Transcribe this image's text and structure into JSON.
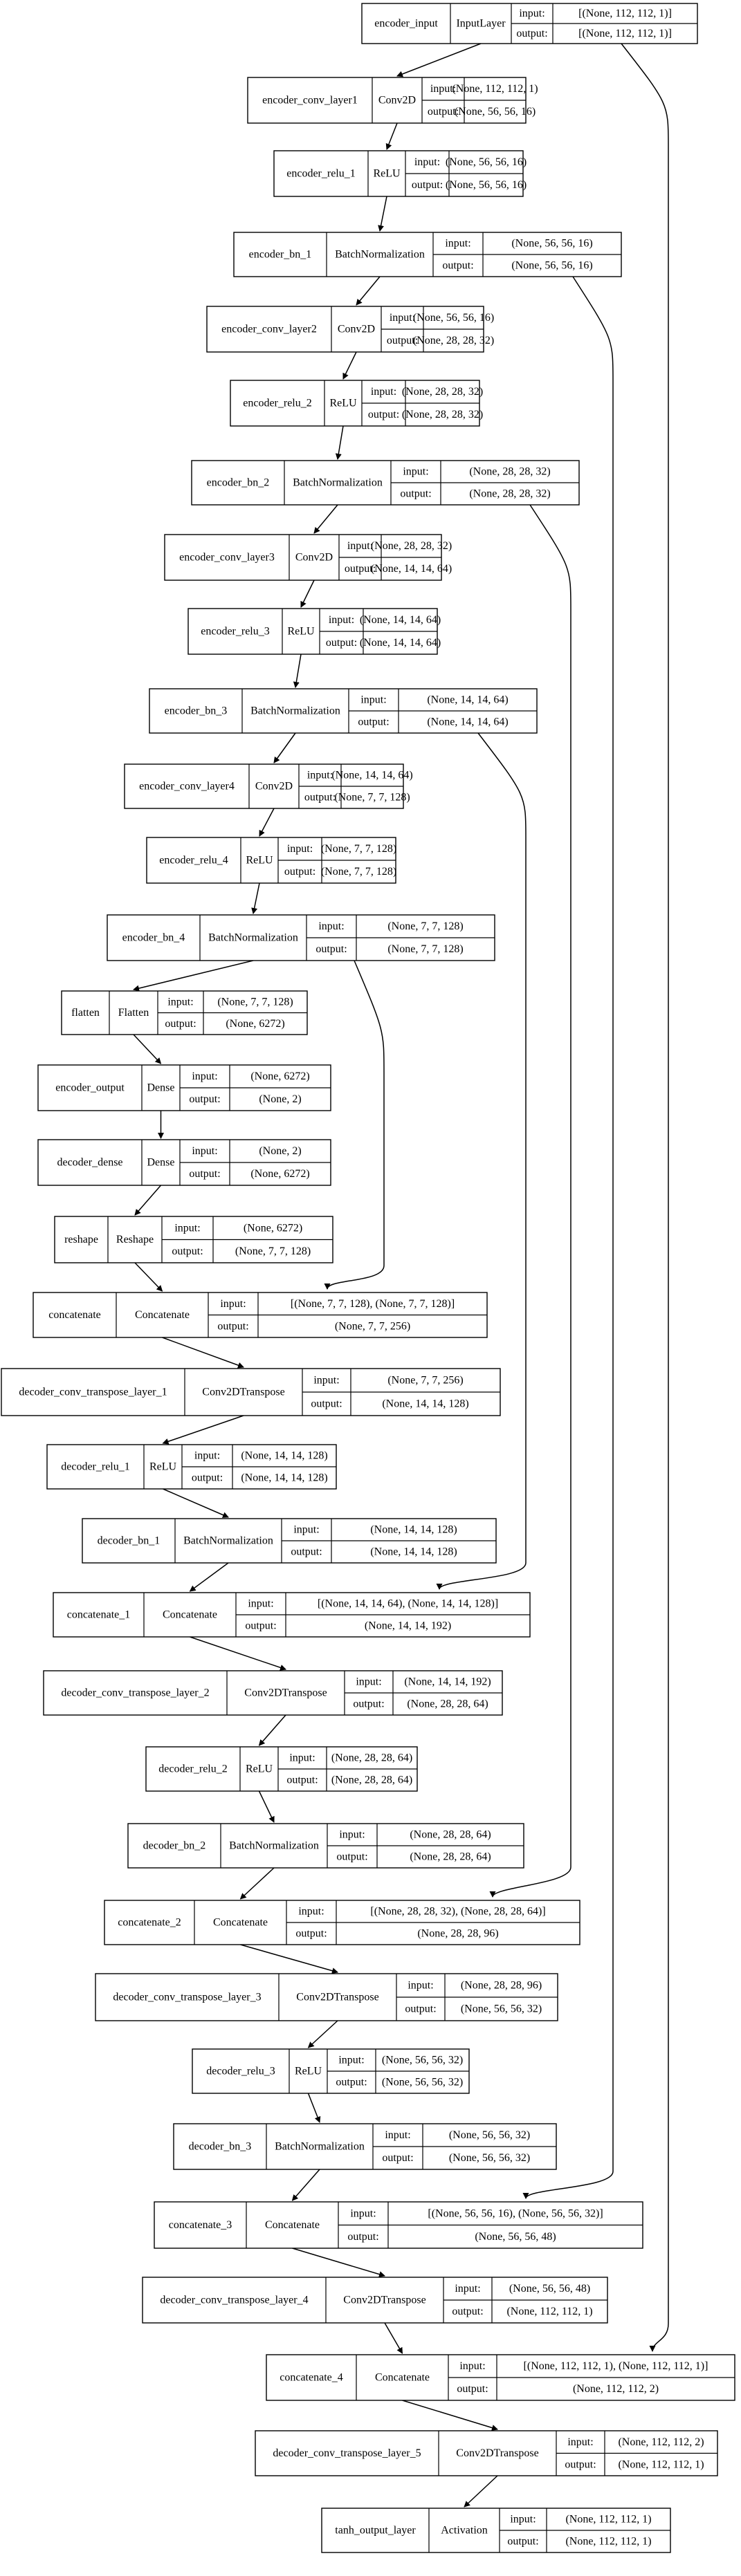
{
  "layers": [
    {
      "id": "input",
      "name": "encoder_input",
      "type": "InputLayer",
      "input_label": "input:",
      "output_label": "output:",
      "input": "[(None, 112, 112, 1)]",
      "output": "[(None, 112, 112, 1)]"
    },
    {
      "id": "conv1",
      "name": "encoder_conv_layer1",
      "type": "Conv2D",
      "input_label": "input:",
      "output_label": "output:",
      "input": "(None, 112, 112, 1)",
      "output": "(None, 56, 56, 16)"
    },
    {
      "id": "relu1",
      "name": "encoder_relu_1",
      "type": "ReLU",
      "input_label": "input:",
      "output_label": "output:",
      "input": "(None, 56, 56, 16)",
      "output": "(None, 56, 56, 16)"
    },
    {
      "id": "bn1",
      "name": "encoder_bn_1",
      "type": "BatchNormalization",
      "input_label": "input:",
      "output_label": "output:",
      "input": "(None, 56, 56, 16)",
      "output": "(None, 56, 56, 16)"
    },
    {
      "id": "conv2",
      "name": "encoder_conv_layer2",
      "type": "Conv2D",
      "input_label": "input:",
      "output_label": "output:",
      "input": "(None, 56, 56, 16)",
      "output": "(None, 28, 28, 32)"
    },
    {
      "id": "relu2",
      "name": "encoder_relu_2",
      "type": "ReLU",
      "input_label": "input:",
      "output_label": "output:",
      "input": "(None, 28, 28, 32)",
      "output": "(None, 28, 28, 32)"
    },
    {
      "id": "bn2",
      "name": "encoder_bn_2",
      "type": "BatchNormalization",
      "input_label": "input:",
      "output_label": "output:",
      "input": "(None, 28, 28, 32)",
      "output": "(None, 28, 28, 32)"
    },
    {
      "id": "conv3",
      "name": "encoder_conv_layer3",
      "type": "Conv2D",
      "input_label": "input:",
      "output_label": "output:",
      "input": "(None, 28, 28, 32)",
      "output": "(None, 14, 14, 64)"
    },
    {
      "id": "relu3",
      "name": "encoder_relu_3",
      "type": "ReLU",
      "input_label": "input:",
      "output_label": "output:",
      "input": "(None, 14, 14, 64)",
      "output": "(None, 14, 14, 64)"
    },
    {
      "id": "bn3",
      "name": "encoder_bn_3",
      "type": "BatchNormalization",
      "input_label": "input:",
      "output_label": "output:",
      "input": "(None, 14, 14, 64)",
      "output": "(None, 14, 14, 64)"
    },
    {
      "id": "conv4",
      "name": "encoder_conv_layer4",
      "type": "Conv2D",
      "input_label": "input:",
      "output_label": "output:",
      "input": "(None, 14, 14, 64)",
      "output": "(None, 7, 7, 128)"
    },
    {
      "id": "relu4",
      "name": "encoder_relu_4",
      "type": "ReLU",
      "input_label": "input:",
      "output_label": "output:",
      "input": "(None, 7, 7, 128)",
      "output": "(None, 7, 7, 128)"
    },
    {
      "id": "bn4",
      "name": "encoder_bn_4",
      "type": "BatchNormalization",
      "input_label": "input:",
      "output_label": "output:",
      "input": "(None, 7, 7, 128)",
      "output": "(None, 7, 7, 128)"
    },
    {
      "id": "flatten",
      "name": "flatten",
      "type": "Flatten",
      "input_label": "input:",
      "output_label": "output:",
      "input": "(None, 7, 7, 128)",
      "output": "(None, 6272)"
    },
    {
      "id": "enc_out",
      "name": "encoder_output",
      "type": "Dense",
      "input_label": "input:",
      "output_label": "output:",
      "input": "(None, 6272)",
      "output": "(None, 2)"
    },
    {
      "id": "dec_dense",
      "name": "decoder_dense",
      "type": "Dense",
      "input_label": "input:",
      "output_label": "output:",
      "input": "(None, 2)",
      "output": "(None, 6272)"
    },
    {
      "id": "reshape",
      "name": "reshape",
      "type": "Reshape",
      "input_label": "input:",
      "output_label": "output:",
      "input": "(None, 6272)",
      "output": "(None, 7, 7, 128)"
    },
    {
      "id": "concat0",
      "name": "concatenate",
      "type": "Concatenate",
      "input_label": "input:",
      "output_label": "output:",
      "input": "[(None, 7, 7, 128), (None, 7, 7, 128)]",
      "output": "(None, 7, 7, 256)"
    },
    {
      "id": "dct1",
      "name": "decoder_conv_transpose_layer_1",
      "type": "Conv2DTranspose",
      "input_label": "input:",
      "output_label": "output:",
      "input": "(None, 7, 7, 256)",
      "output": "(None, 14, 14, 128)"
    },
    {
      "id": "drelu1",
      "name": "decoder_relu_1",
      "type": "ReLU",
      "input_label": "input:",
      "output_label": "output:",
      "input": "(None, 14, 14, 128)",
      "output": "(None, 14, 14, 128)"
    },
    {
      "id": "dbn1",
      "name": "decoder_bn_1",
      "type": "BatchNormalization",
      "input_label": "input:",
      "output_label": "output:",
      "input": "(None, 14, 14, 128)",
      "output": "(None, 14, 14, 128)"
    },
    {
      "id": "concat1",
      "name": "concatenate_1",
      "type": "Concatenate",
      "input_label": "input:",
      "output_label": "output:",
      "input": "[(None, 14, 14, 64), (None, 14, 14, 128)]",
      "output": "(None, 14, 14, 192)"
    },
    {
      "id": "dct2",
      "name": "decoder_conv_transpose_layer_2",
      "type": "Conv2DTranspose",
      "input_label": "input:",
      "output_label": "output:",
      "input": "(None, 14, 14, 192)",
      "output": "(None, 28, 28, 64)"
    },
    {
      "id": "drelu2",
      "name": "decoder_relu_2",
      "type": "ReLU",
      "input_label": "input:",
      "output_label": "output:",
      "input": "(None, 28, 28, 64)",
      "output": "(None, 28, 28, 64)"
    },
    {
      "id": "dbn2",
      "name": "decoder_bn_2",
      "type": "BatchNormalization",
      "input_label": "input:",
      "output_label": "output:",
      "input": "(None, 28, 28, 64)",
      "output": "(None, 28, 28, 64)"
    },
    {
      "id": "concat2",
      "name": "concatenate_2",
      "type": "Concatenate",
      "input_label": "input:",
      "output_label": "output:",
      "input": "[(None, 28, 28, 32), (None, 28, 28, 64)]",
      "output": "(None, 28, 28, 96)"
    },
    {
      "id": "dct3",
      "name": "decoder_conv_transpose_layer_3",
      "type": "Conv2DTranspose",
      "input_label": "input:",
      "output_label": "output:",
      "input": "(None, 28, 28, 96)",
      "output": "(None, 56, 56, 32)"
    },
    {
      "id": "drelu3",
      "name": "decoder_relu_3",
      "type": "ReLU",
      "input_label": "input:",
      "output_label": "output:",
      "input": "(None, 56, 56, 32)",
      "output": "(None, 56, 56, 32)"
    },
    {
      "id": "dbn3",
      "name": "decoder_bn_3",
      "type": "BatchNormalization",
      "input_label": "input:",
      "output_label": "output:",
      "input": "(None, 56, 56, 32)",
      "output": "(None, 56, 56, 32)"
    },
    {
      "id": "concat3",
      "name": "concatenate_3",
      "type": "Concatenate",
      "input_label": "input:",
      "output_label": "output:",
      "input": "[(None, 56, 56, 16), (None, 56, 56, 32)]",
      "output": "(None, 56, 56, 48)"
    },
    {
      "id": "dct4",
      "name": "decoder_conv_transpose_layer_4",
      "type": "Conv2DTranspose",
      "input_label": "input:",
      "output_label": "output:",
      "input": "(None, 56, 56, 48)",
      "output": "(None, 112, 112, 1)"
    },
    {
      "id": "concat4",
      "name": "concatenate_4",
      "type": "Concatenate",
      "input_label": "input:",
      "output_label": "output:",
      "input": "[(None, 112, 112, 1), (None, 112, 112, 1)]",
      "output": "(None, 112, 112, 2)"
    },
    {
      "id": "dct5",
      "name": "decoder_conv_transpose_layer_5",
      "type": "Conv2DTranspose",
      "input_label": "input:",
      "output_label": "output:",
      "input": "(None, 112, 112, 2)",
      "output": "(None, 112, 112, 1)"
    },
    {
      "id": "tanh",
      "name": "tanh_output_layer",
      "type": "Activation",
      "input_label": "input:",
      "output_label": "output:",
      "input": "(None, 112, 112, 1)",
      "output": "(None, 112, 112, 1)"
    }
  ],
  "edges": [
    [
      "input",
      "conv1"
    ],
    [
      "conv1",
      "relu1"
    ],
    [
      "relu1",
      "bn1"
    ],
    [
      "bn1",
      "conv2"
    ],
    [
      "conv2",
      "relu2"
    ],
    [
      "relu2",
      "bn2"
    ],
    [
      "bn2",
      "conv3"
    ],
    [
      "conv3",
      "relu3"
    ],
    [
      "relu3",
      "bn3"
    ],
    [
      "bn3",
      "conv4"
    ],
    [
      "conv4",
      "relu4"
    ],
    [
      "relu4",
      "bn4"
    ],
    [
      "bn4",
      "flatten"
    ],
    [
      "flatten",
      "enc_out"
    ],
    [
      "enc_out",
      "dec_dense"
    ],
    [
      "dec_dense",
      "reshape"
    ],
    [
      "reshape",
      "concat0"
    ],
    [
      "bn4",
      "concat0"
    ],
    [
      "concat0",
      "dct1"
    ],
    [
      "dct1",
      "drelu1"
    ],
    [
      "drelu1",
      "dbn1"
    ],
    [
      "dbn1",
      "concat1"
    ],
    [
      "bn3",
      "concat1"
    ],
    [
      "concat1",
      "dct2"
    ],
    [
      "dct2",
      "drelu2"
    ],
    [
      "drelu2",
      "dbn2"
    ],
    [
      "dbn2",
      "concat2"
    ],
    [
      "bn2",
      "concat2"
    ],
    [
      "concat2",
      "dct3"
    ],
    [
      "dct3",
      "drelu3"
    ],
    [
      "drelu3",
      "dbn3"
    ],
    [
      "dbn3",
      "concat3"
    ],
    [
      "bn1",
      "concat3"
    ],
    [
      "concat3",
      "dct4"
    ],
    [
      "dct4",
      "concat4"
    ],
    [
      "input",
      "concat4"
    ],
    [
      "concat4",
      "dct5"
    ],
    [
      "dct5",
      "tanh"
    ]
  ]
}
